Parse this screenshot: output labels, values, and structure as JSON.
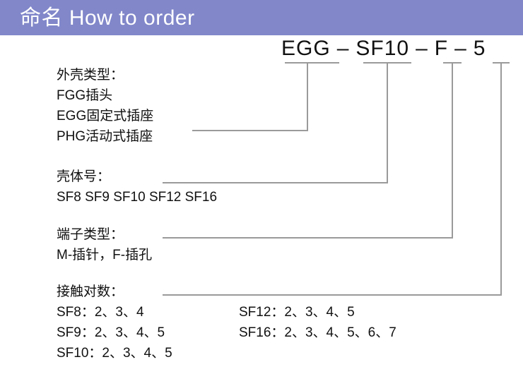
{
  "header": {
    "title": "命名 How to order",
    "band_color": "#8187c9",
    "text_color": "#ffffff"
  },
  "order_code": {
    "segments": [
      "EGG",
      "SF10",
      "F",
      "5"
    ],
    "separator": "–",
    "full": "EGG – SF10 – F – 5"
  },
  "blocks": [
    {
      "title": "外壳类型：",
      "lines": [
        "FGG插头",
        "EGG固定式插座",
        "PHG活动式插座"
      ]
    },
    {
      "title": "壳体号：",
      "lines": [
        "SF8 SF9 SF10 SF12 SF16"
      ]
    },
    {
      "title": "端子类型：",
      "lines": [
        "M-插针，F-插孔"
      ]
    },
    {
      "title": "接触对数：",
      "left_lines": [
        "SF8：2、3、4",
        "SF9：2、3、4、5",
        "SF10：2、3、4、5"
      ],
      "right_lines": [
        "SF12：2、3、4、5",
        "SF16：2、3、4、5、6、7"
      ]
    }
  ],
  "leader_lines": {
    "color": "#9a9a9a",
    "note": "Each code segment is underlined and drops a vertical line to its description block."
  }
}
